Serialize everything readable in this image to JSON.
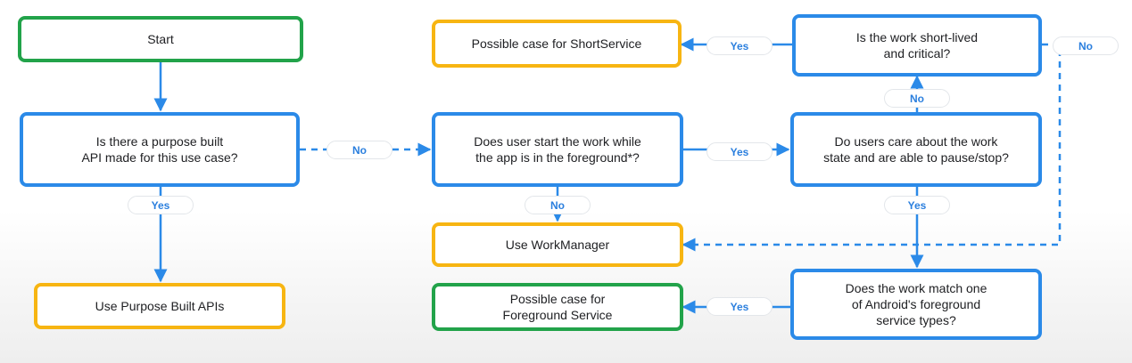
{
  "nodes": {
    "start": "Start",
    "purpose_api_question": "Is there a purpose built\nAPI made for this use case?",
    "use_purpose_apis": "Use Purpose Built APIs",
    "user_start_question": "Does user start the work while\nthe app is in the foreground*?",
    "use_workmanager": "Use WorkManager",
    "foreground_service": "Possible case for\nForeground Service",
    "short_service": "Possible case for ShortService",
    "short_lived_question": "Is the work short-lived\nand critical?",
    "care_state_question": "Do users care about the work\nstate and are able to pause/stop?",
    "match_types_question": "Does the work match one\nof Android's foreground\nservice types?"
  },
  "labels": {
    "purpose_no": "No",
    "purpose_yes": "Yes",
    "user_start_yes": "Yes",
    "user_start_no": "No",
    "care_yes": "Yes",
    "care_no": "No",
    "short_yes": "Yes",
    "short_no": "No",
    "match_yes": "Yes"
  },
  "colors": {
    "blue": "#2b8ae8",
    "green": "#22a34a",
    "yellow": "#f7b512",
    "label_text": "#2b7fde"
  }
}
